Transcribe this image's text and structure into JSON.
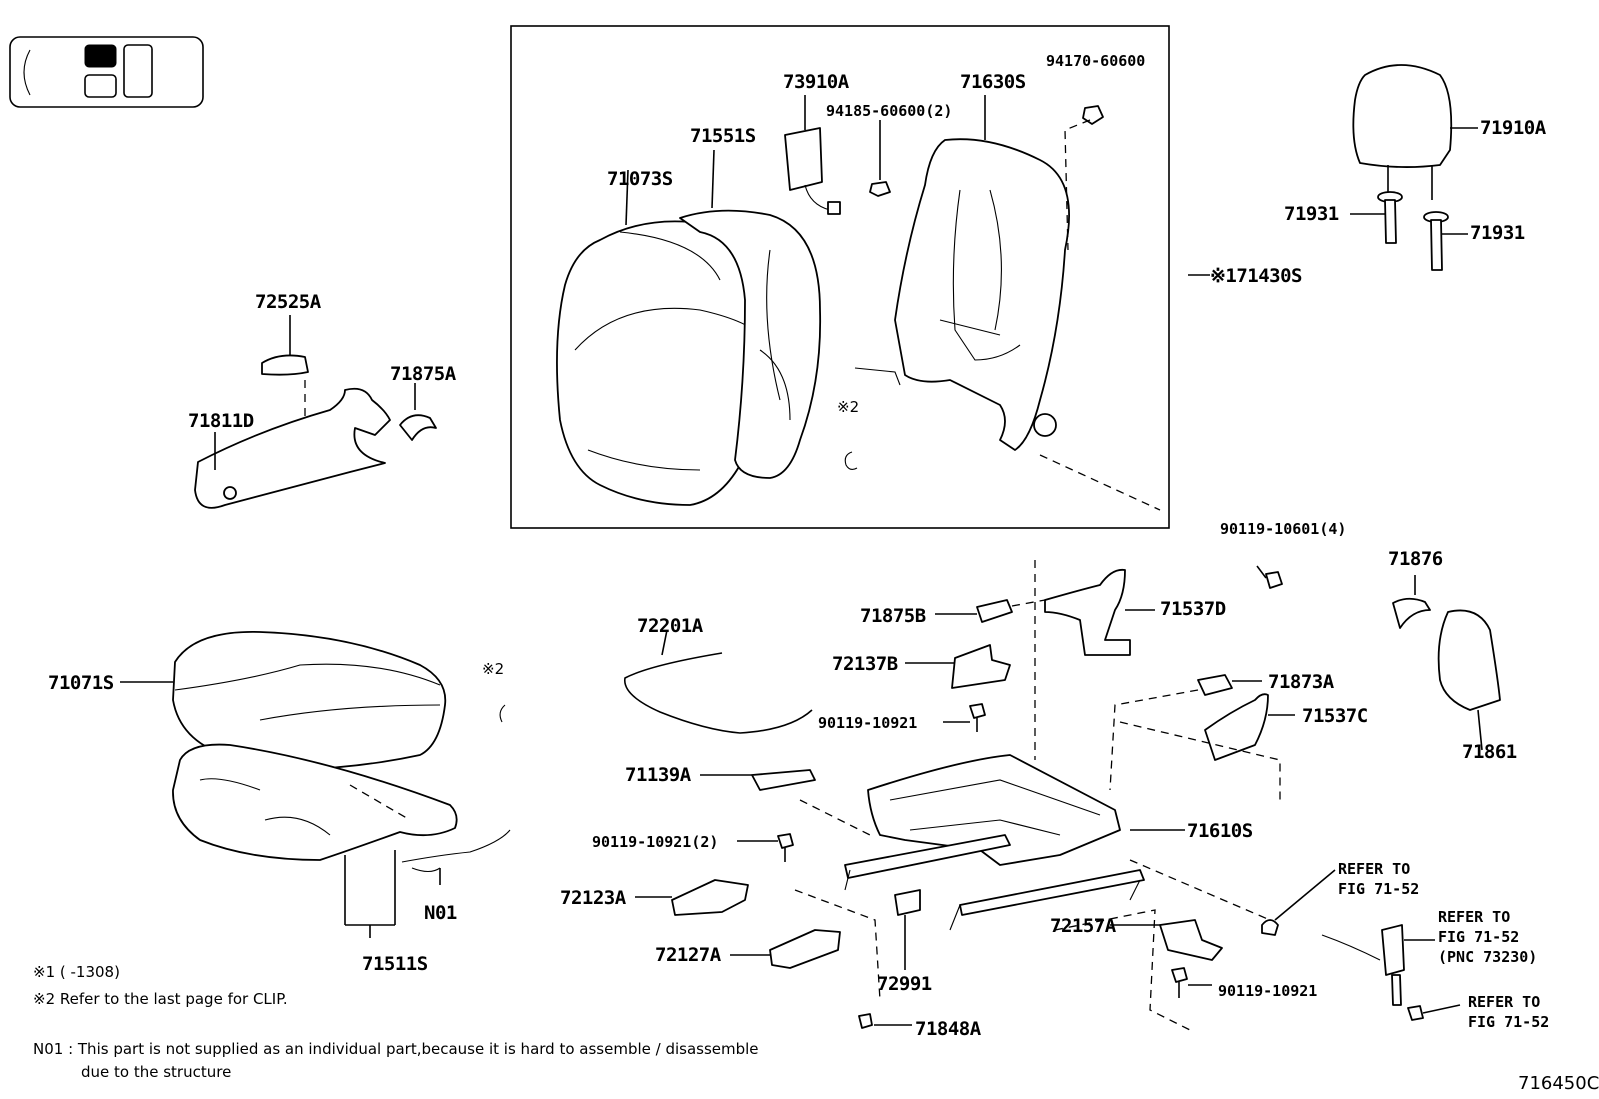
{
  "labels": {
    "p73910A": "73910A",
    "p71630S": "71630S",
    "p94170": "94170-60600",
    "p94185": "94185-60600(2)",
    "p71551S": "71551S",
    "p71073S": "71073S",
    "p71430S": "※171430S",
    "mark2a": "※2",
    "p71910A": "71910A",
    "p71931a": "71931",
    "p71931b": "71931",
    "p72525A": "72525A",
    "p71875A": "71875A",
    "p71811D": "71811D",
    "p90119_10601": "90119-10601(4)",
    "p71876": "71876",
    "p72201A": "72201A",
    "p71875B": "71875B",
    "p71537D": "71537D",
    "p72137B": "72137B",
    "p71071S": "71071S",
    "mark2b": "※2",
    "p71873A": "71873A",
    "p71537C": "71537C",
    "p90119_10921a": "90119-10921",
    "p71861": "71861",
    "p71139A": "71139A",
    "p71610S": "71610S",
    "p90119_10921b": "90119-10921(2)",
    "p72123A": "72123A",
    "pN01": "N01",
    "p72157A": "72157A",
    "p72127A": "72127A",
    "p72991": "72991",
    "p90119_10921c": "90119-10921",
    "p71511S": "71511S",
    "p71848A": "71848A"
  },
  "refs": {
    "r1": [
      "REFER TO",
      "FIG 71-52"
    ],
    "r2": [
      "REFER TO",
      "FIG 71-52",
      "(PNC 73230)"
    ],
    "r3": [
      "REFER TO",
      "FIG 71-52"
    ]
  },
  "notes": {
    "n1": "※1 (      -1308)",
    "n2": "※2 Refer to the last page for CLIP.",
    "n3a": "N01 : This part is not supplied as an individual part,because it is hard to assemble / disassemble",
    "n3b": "due to the structure",
    "figure_id": "716450C"
  },
  "icons": {
    "seat_position_indicator": "seat-position-icon"
  }
}
